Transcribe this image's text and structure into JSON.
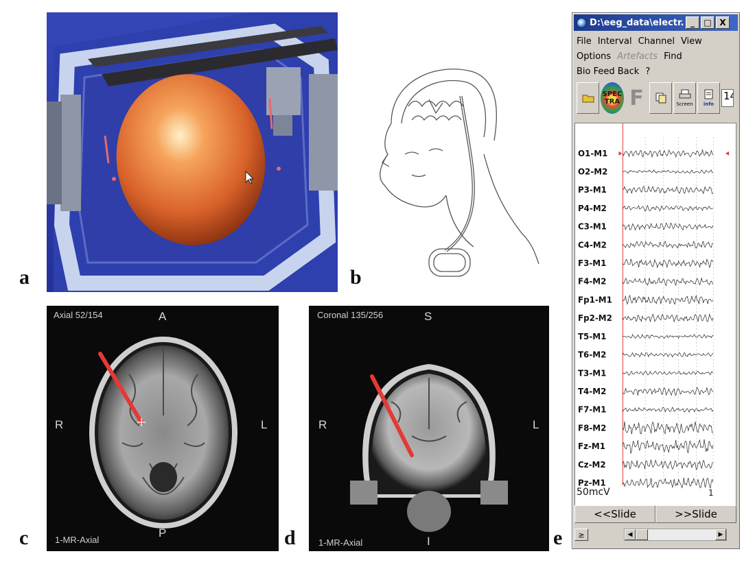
{
  "panels": {
    "a": {
      "letter": "a"
    },
    "b": {
      "letter": "b"
    },
    "c": {
      "letter": "c",
      "header": "Axial 52/154",
      "top": "A",
      "left": "R",
      "right": "L",
      "bottom": "P",
      "footer": "1-MR-Axial"
    },
    "d": {
      "letter": "d",
      "header": "Coronal 135/256",
      "top": "S",
      "left": "R",
      "right": "L",
      "bottom": "I",
      "footer": "1-MR-Axial"
    },
    "e": {
      "letter": "e"
    }
  },
  "eeg": {
    "title": "D:\\eeg_data\\electr...",
    "window_buttons": [
      "_",
      "□",
      "X"
    ],
    "menu_rows": [
      [
        {
          "label": "File"
        },
        {
          "label": "Interval"
        },
        {
          "label": "Channel"
        },
        {
          "label": "View"
        }
      ],
      [
        {
          "label": "Options"
        },
        {
          "label": "Artefacts",
          "disabled": true
        },
        {
          "label": "Find"
        }
      ],
      [
        {
          "label": "Bio Feed Back"
        },
        {
          "label": "?"
        }
      ]
    ],
    "toolbar": {
      "spectra_line1": "SPEC",
      "spectra_line2": "TRA",
      "f_label": "F",
      "screen_caption": "Screen",
      "info_caption": "info",
      "number_field": "14"
    },
    "channels": [
      "O1-M1",
      "O2-M2",
      "P3-M1",
      "P4-M2",
      "C3-M1",
      "C4-M2",
      "F3-M1",
      "F4-M2",
      "Fp1-M1",
      "Fp2-M2",
      "T5-M1",
      "T6-M2",
      "T3-M1",
      "T4-M2",
      "F7-M1",
      "F8-M2",
      "Fz-M1",
      "Cz-M2",
      "Pz-M1"
    ],
    "channel_amplitudes": [
      0.5,
      0.25,
      0.55,
      0.4,
      0.5,
      0.55,
      0.6,
      0.55,
      0.6,
      0.55,
      0.3,
      0.3,
      0.3,
      0.55,
      0.35,
      0.9,
      1.0,
      0.7,
      0.75
    ],
    "scale_label": "50mcV",
    "page_number": "1",
    "marker_color": "#e53935",
    "prev_slide": "<<Slide",
    "next_slide": ">>Slide",
    "scroll_small_label": "≥"
  }
}
